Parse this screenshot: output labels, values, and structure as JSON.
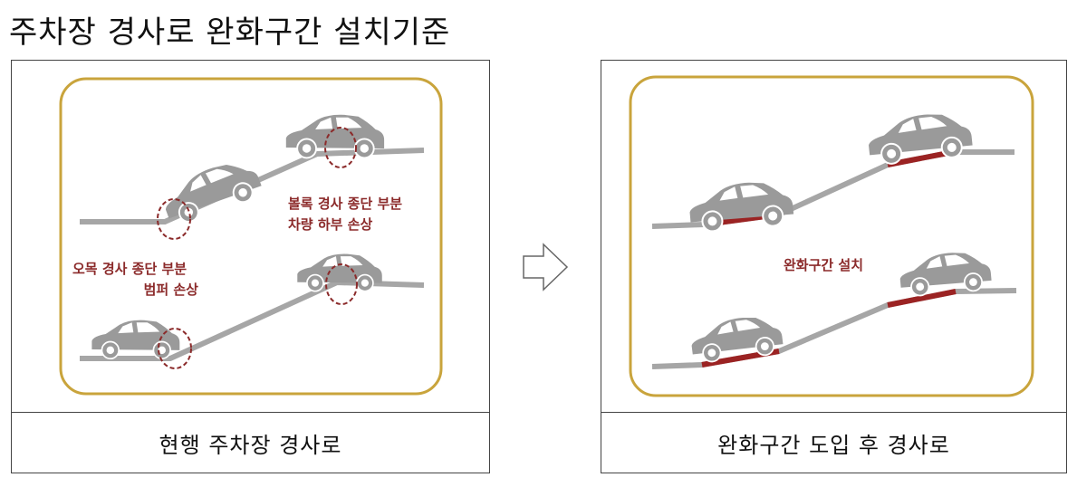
{
  "title": "주차장 경사로 완화구간 설치기준",
  "left_panel": {
    "caption": "현행 주차장 경사로",
    "annotation_upper": [
      "볼록 경사 종단 부분",
      "차량 하부 손상"
    ],
    "annotation_lower": [
      "오목 경사 종단 부분",
      "범퍼 손상"
    ]
  },
  "right_panel": {
    "caption": "완화구간 도입 후 경사로",
    "annotation": "완화구간 설치"
  },
  "arrow_icon": "right-arrow-icon",
  "colors": {
    "frame": "#c9a43c",
    "road": "#a6a6a6",
    "car": "#9a9a9a",
    "damage_circle": "#8b2a2a",
    "transition_section": "#9b2323",
    "annotation_text": "#8b2a2a"
  }
}
